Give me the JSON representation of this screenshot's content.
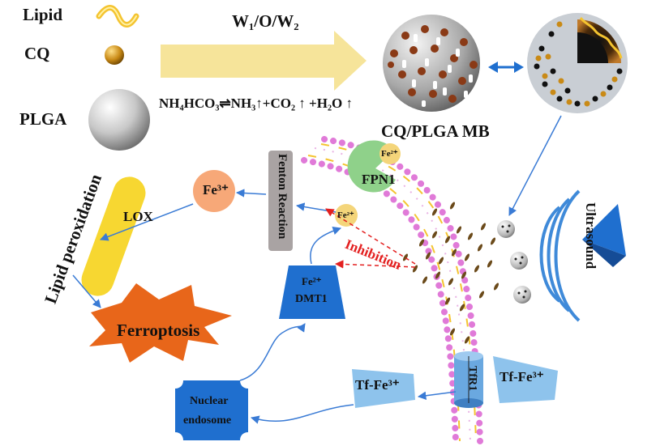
{
  "legend": {
    "lipid": "Lipid",
    "cq": "CQ",
    "plga": "PLGA"
  },
  "process": {
    "emulsion": "W₁/O/W₂",
    "reaction": "NH₄HCO₃⇌NH₃↑+CO₂ ↑ +H₂O ↑",
    "product": "CQ/PLGA MB"
  },
  "labels": {
    "ultrasound": "Ultrasound",
    "fpn1": "FPN1",
    "fe2_fpn": "Fe²⁺",
    "fe2_free": "Fe²⁺",
    "fe3": "Fe³⁺",
    "fenton": "Fenton Reaction",
    "inhibition": "Inhibition",
    "lox": "LOX",
    "lipid_peroxidation": "Lipid peroxidation",
    "ferroptosis": "Ferroptosis",
    "dmt1_fe": "Fe²⁺",
    "dmt1": "DMT1",
    "nuclear_endosome_1": "Nuclear",
    "nuclear_endosome_2": "endosome",
    "tf_fe3_out": "Tf-Fe³⁺",
    "tf_fe3_in": "Tf-Fe³⁺",
    "tfr1": "TfR1"
  },
  "colors": {
    "arrow_blue": "#3a7bd5",
    "process_arrow": "#f6e49a",
    "lipid_yellow": "#f4c430",
    "cq_gold": "#c98a16",
    "fe3_orange": "#f7a878",
    "fpn_green": "#8fd18a",
    "dmt_blue": "#1f6fcf",
    "fenton_gray": "#a9a3a3",
    "ferroptosis_orange": "#e8661a",
    "tf_lightblue": "#8ec3ec",
    "inhibition_red": "#e32020",
    "membrane_pink": "#e07ad8",
    "ultrasound_blue": "#3f8ad9"
  }
}
